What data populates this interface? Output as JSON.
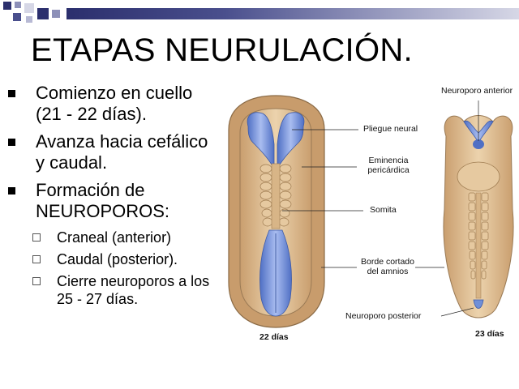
{
  "slide": {
    "title": "ETAPAS NEURULACIÓN."
  },
  "bullets": [
    {
      "text": "Comienzo en cuello (21 - 22 días)."
    },
    {
      "text": "Avanza hacia cefálico y caudal."
    },
    {
      "text": "Formación de NEUROPOROS:"
    }
  ],
  "subbullets": [
    {
      "text": "Craneal (anterior)"
    },
    {
      "text": "Caudal (posterior)."
    },
    {
      "text": "Cierre neuroporos a los 25 - 27 días."
    }
  ],
  "figure": {
    "labels": {
      "neuroporo_anterior": "Neuroporo anterior",
      "pliegue_neural": "Pliegue neural",
      "eminencia_line1": "Eminencia",
      "eminencia_line2": "pericárdica",
      "somita": "Somita",
      "borde_line1": "Borde cortado",
      "borde_line2": "del amnios",
      "neuroporo_posterior": "Neuroporo posterior"
    },
    "captions": {
      "left": "22 días",
      "right": "23 días"
    }
  },
  "colors": {
    "header_band": "#2b2f6d",
    "neural_blue": "#6f8fd8",
    "embryo_tan": "#d9b88f"
  }
}
